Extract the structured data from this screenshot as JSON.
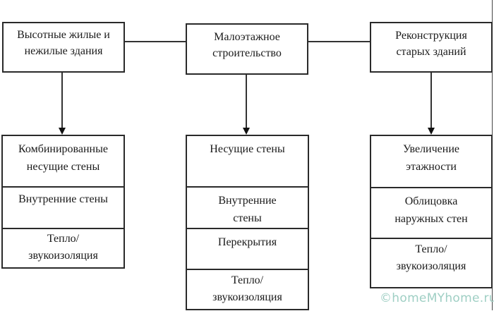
{
  "diagram": {
    "top_nodes": [
      {
        "id": "high-rise",
        "label": "Высотные жилые и\nнежилые здания"
      },
      {
        "id": "low-rise",
        "label": "Малоэтажное\nстроительство"
      },
      {
        "id": "reconstruction",
        "label": "Реконструкция\nстарых зданий"
      }
    ],
    "columns": [
      {
        "parent": "high-rise",
        "items": [
          "Комбинированные\nнесущие стены",
          "Внутренние стены",
          "Тепло/\nзвукоизоляция"
        ]
      },
      {
        "parent": "low-rise",
        "items": [
          "Несущие стены",
          "Внутренние\nстены",
          "Перекрытия",
          "Тепло/\nзвукоизоляция"
        ]
      },
      {
        "parent": "reconstruction",
        "items": [
          "Увеличение\nэтажности",
          "Облицовка\nнаружных стен",
          "Тепло/\nзвукоизоляция"
        ]
      }
    ],
    "edges": [
      {
        "from": "high-rise",
        "to": "low-rise",
        "type": "line"
      },
      {
        "from": "low-rise",
        "to": "reconstruction",
        "type": "line"
      },
      {
        "from": "high-rise",
        "to": "column-0",
        "type": "arrow"
      },
      {
        "from": "low-rise",
        "to": "column-1",
        "type": "arrow"
      },
      {
        "from": "reconstruction",
        "to": "column-2",
        "type": "arrow"
      }
    ]
  },
  "watermark": "©homeMYhome.ru"
}
